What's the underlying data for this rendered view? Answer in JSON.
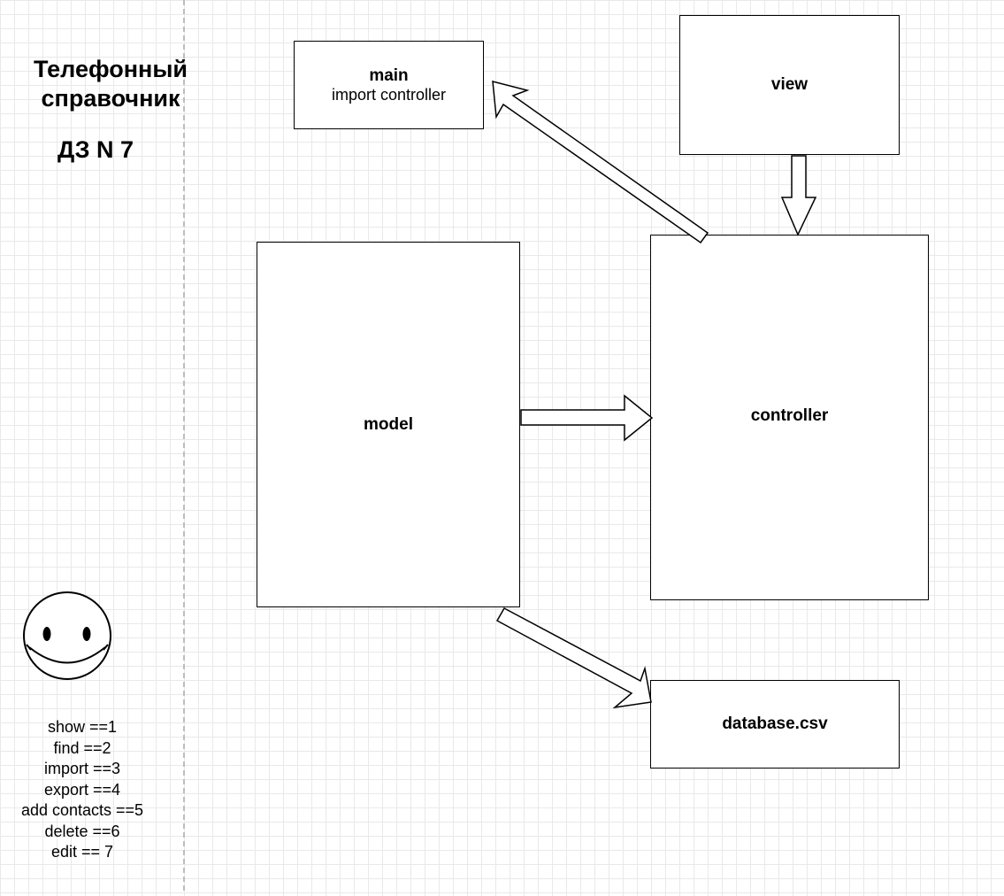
{
  "left_panel": {
    "title": "Телефонный справочник",
    "subtitle": "ДЗ N 7",
    "commands": [
      "show ==1",
      "find ==2",
      "import ==3",
      "export ==4",
      "add contacts ==5",
      "delete ==6",
      "edit == 7"
    ],
    "smiley_icon": "smiley-face-icon"
  },
  "diagram": {
    "nodes": {
      "main": {
        "label": "main",
        "detail": "import controller"
      },
      "view": {
        "label": "view"
      },
      "model": {
        "label": "model"
      },
      "controller": {
        "label": "controller"
      },
      "database": {
        "label": "database.csv"
      }
    },
    "edges": [
      {
        "from": "controller",
        "to": "main"
      },
      {
        "from": "view",
        "to": "controller"
      },
      {
        "from": "model",
        "to": "controller"
      },
      {
        "from": "model",
        "to": "database"
      }
    ]
  },
  "colors": {
    "stroke": "#000000",
    "fill": "#ffffff",
    "grid": "#e9e9e9",
    "divider": "#bdbdbd"
  }
}
